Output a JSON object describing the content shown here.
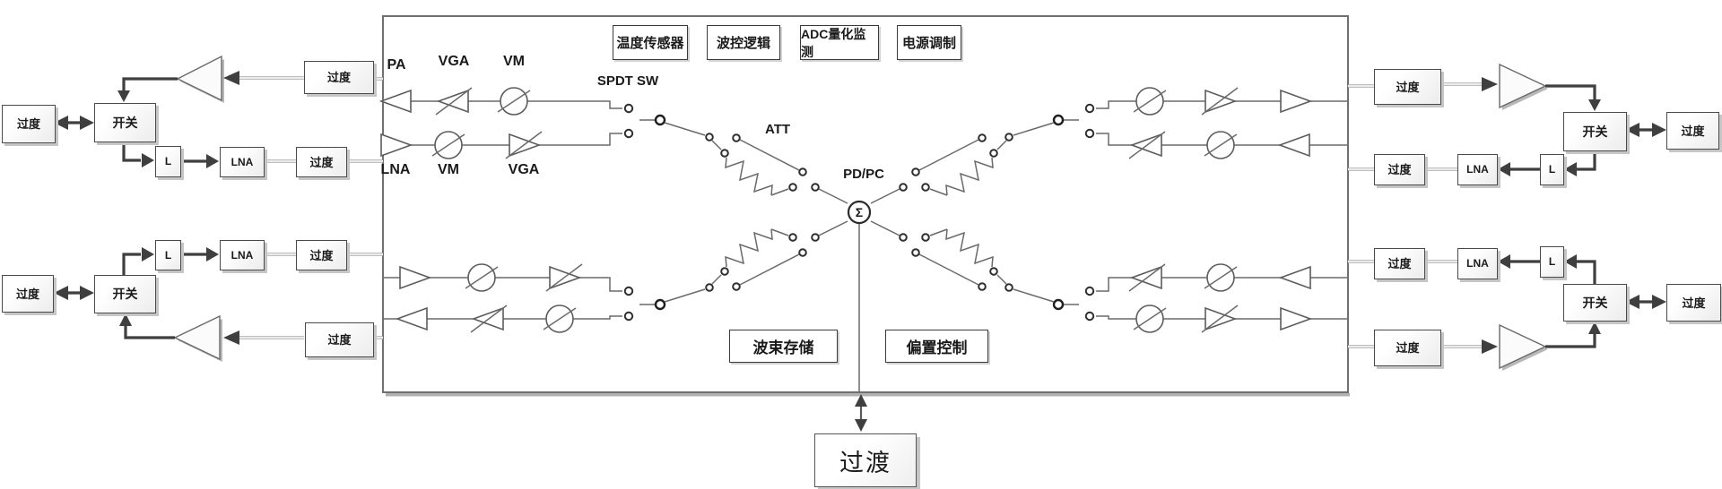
{
  "vocab": {
    "transition": "过度",
    "transition_pad": "过渡",
    "switch": "开关",
    "l_match": "L",
    "lna": "LNA",
    "pa": "PA",
    "vga": "VGA",
    "vm": "VM",
    "spdt_sw": "SPDT SW",
    "att": "ATT",
    "pd_pc": "PD/PC",
    "sigma": "Σ"
  },
  "chip_modules": {
    "temperature_sensor": "温度传感器",
    "beam_control_logic": "波控逻辑",
    "adc_monitor": "ADC量化监测",
    "power_modulation": "电源调制",
    "beam_storage": "波束存储",
    "bias_control": "偏置控制"
  },
  "colors": {
    "line": "#3f3f3f",
    "symbol_stroke": "#5c5c5c",
    "box_border": "#4a4a4a",
    "background": "#ffffff"
  }
}
